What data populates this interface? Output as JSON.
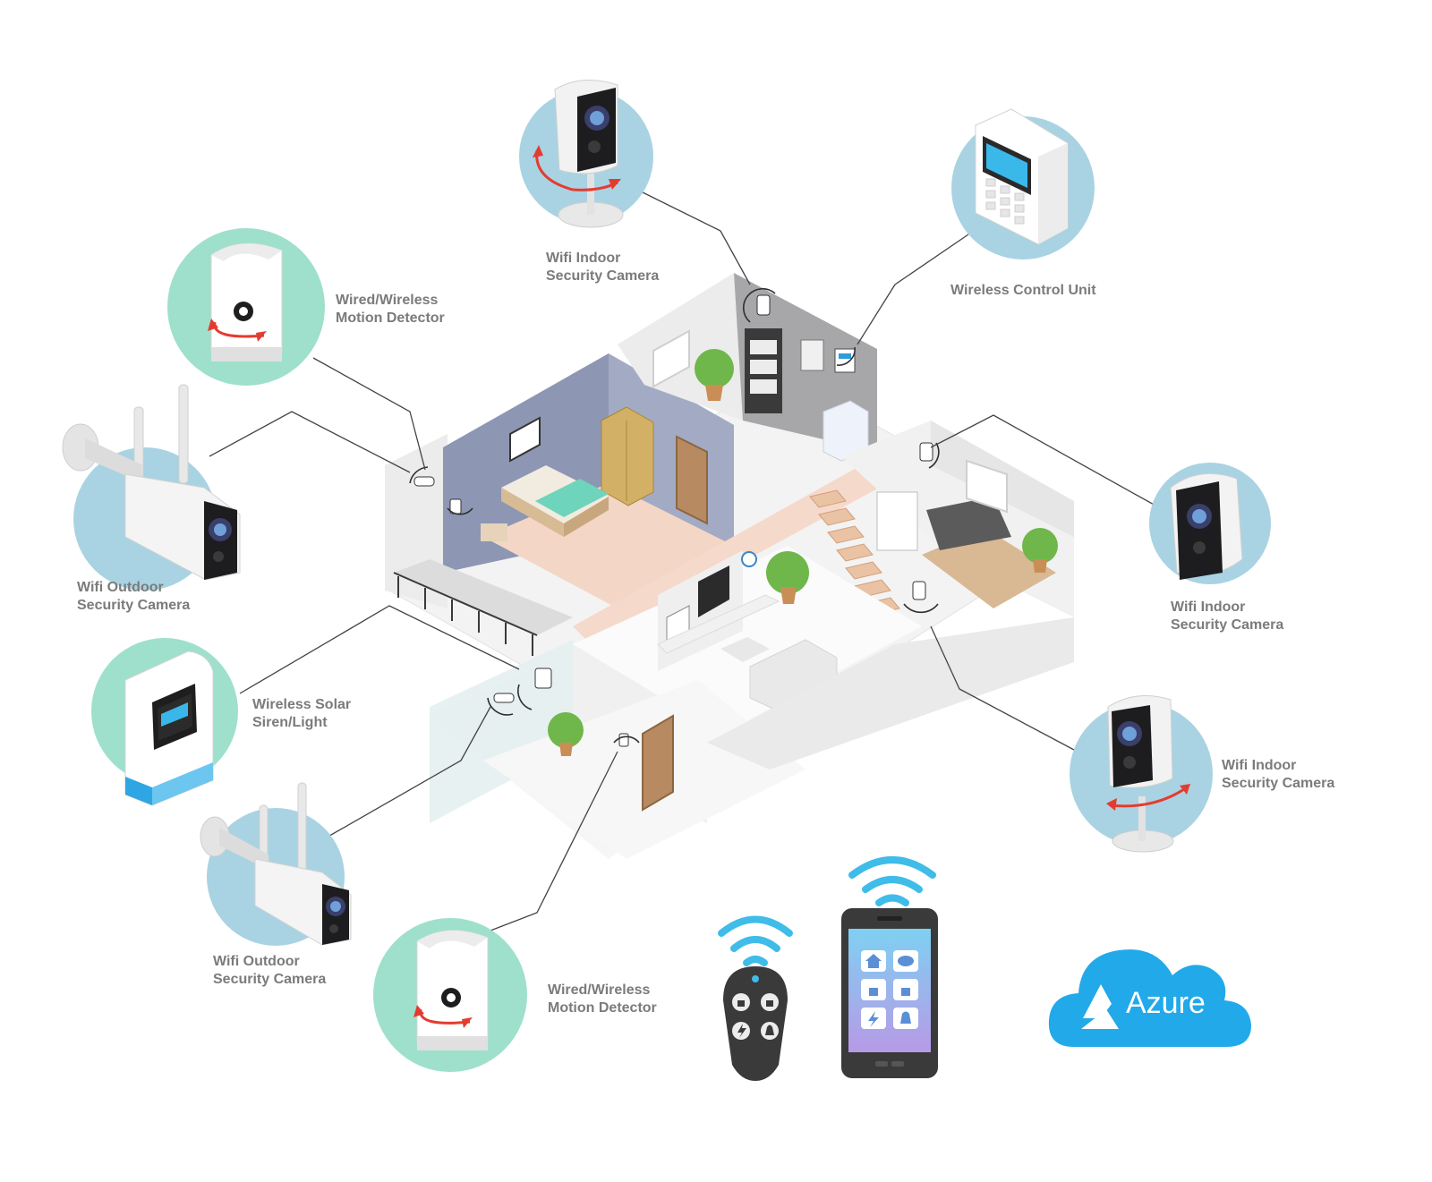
{
  "colors": {
    "circle_blue": "#a9d3e2",
    "circle_green": "#9ee0cc",
    "azure_blue": "#22a9e9",
    "wifi_blue": "#3fbce8",
    "label_gray": "#7b7b7b",
    "accent_red": "#e53b2f"
  },
  "devices": [
    {
      "id": "indoor-cam-top",
      "line1": "Wifi Indoor",
      "line2": "Security Camera",
      "icon": "indoor-camera-icon"
    },
    {
      "id": "control-unit",
      "line1": "Wireless Control Unit",
      "line2": "",
      "icon": "control-panel-icon"
    },
    {
      "id": "motion-top",
      "line1": "Wired/Wireless",
      "line2": "Motion Detector",
      "icon": "motion-detector-icon"
    },
    {
      "id": "outdoor-cam-left",
      "line1": "Wifi Outdoor",
      "line2": "Security Camera",
      "icon": "outdoor-camera-icon"
    },
    {
      "id": "siren",
      "line1": "Wireless Solar",
      "line2": "Siren/Light",
      "icon": "siren-icon"
    },
    {
      "id": "outdoor-cam-bottom",
      "line1": "Wifi Outdoor",
      "line2": "Security Camera",
      "icon": "outdoor-camera-icon"
    },
    {
      "id": "motion-bottom",
      "line1": "Wired/Wireless",
      "line2": "Motion Detector",
      "icon": "motion-detector-icon"
    },
    {
      "id": "indoor-cam-right",
      "line1": "Wifi Indoor",
      "line2": "Security Camera",
      "icon": "indoor-camera-icon"
    },
    {
      "id": "indoor-cam-right-bottom",
      "line1": "Wifi Indoor",
      "line2": "Security Camera",
      "icon": "indoor-camera-icon"
    }
  ],
  "cloud": {
    "label": "Azure",
    "icon": "azure-logo-icon"
  },
  "remote": {
    "icon": "key-fob-remote-icon",
    "buttons": [
      "lock-icon",
      "unlock-icon",
      "lightning-icon",
      "bell-icon"
    ]
  },
  "phone": {
    "icon": "smartphone-icon",
    "app_icons": [
      "home-icon",
      "eye-icon",
      "lock-icon",
      "unlock-icon",
      "lightning-icon",
      "bell-icon"
    ]
  }
}
